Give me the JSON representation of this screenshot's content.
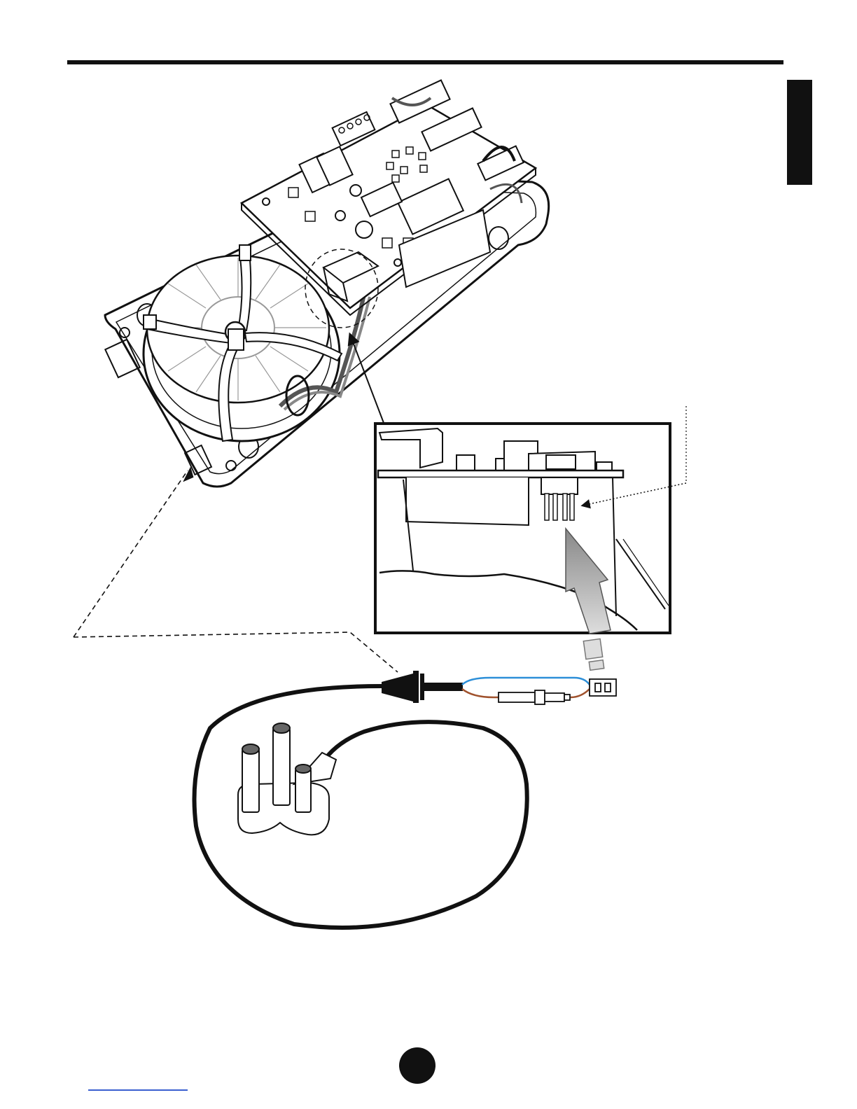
{
  "page": {
    "background": "#ffffff",
    "ink": "#111111",
    "accent_tab": "#111111",
    "wire_colors": {
      "neutral": "#2d8fd8",
      "live": "#a0522d"
    },
    "link_color": "#3a5fd0"
  },
  "figure": {
    "parts": [
      "controller-housing",
      "toroidal-transformer",
      "control-pcb",
      "detail-inset",
      "mains-cable",
      "three-pin-plug"
    ],
    "icons": [
      "arrow-icon",
      "plug-icon",
      "connector-icon",
      "fuse-icon"
    ]
  }
}
